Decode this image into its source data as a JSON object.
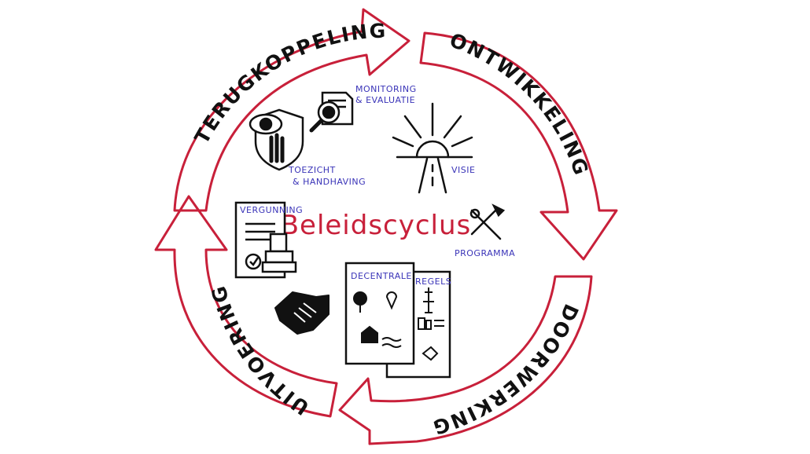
{
  "title": "Beleidscyclus",
  "phases": {
    "ontwikkeling": "ONTWIKKELING",
    "doorwerking": "DOORWERKING",
    "uitvoering": "UITVOERING",
    "terugkoppeling": "TERUGKOPPELING"
  },
  "labels": {
    "visie": "VISIE",
    "programma": "PROGRAMMA",
    "monitoring_line1": "MONITORING",
    "monitoring_line2": "& EVALUATIE",
    "toezicht_line1": "TOEZICHT",
    "toezicht_line2": "& HANDHAVING",
    "vergunning": "VERGUNNING",
    "decentrale": "DECENTRALE",
    "regels": "REGELS"
  },
  "colors": {
    "arrow": "#c8203a",
    "title": "#c8203a",
    "label": "#3a34b8",
    "ink": "#111111"
  },
  "icons": [
    "eye-hand-shield-icon",
    "magnifier-document-icon",
    "sunrise-road-icon",
    "tools-icon",
    "certificate-stamp-icon",
    "handshake-icon",
    "map-document-icon",
    "power-document-icon"
  ]
}
